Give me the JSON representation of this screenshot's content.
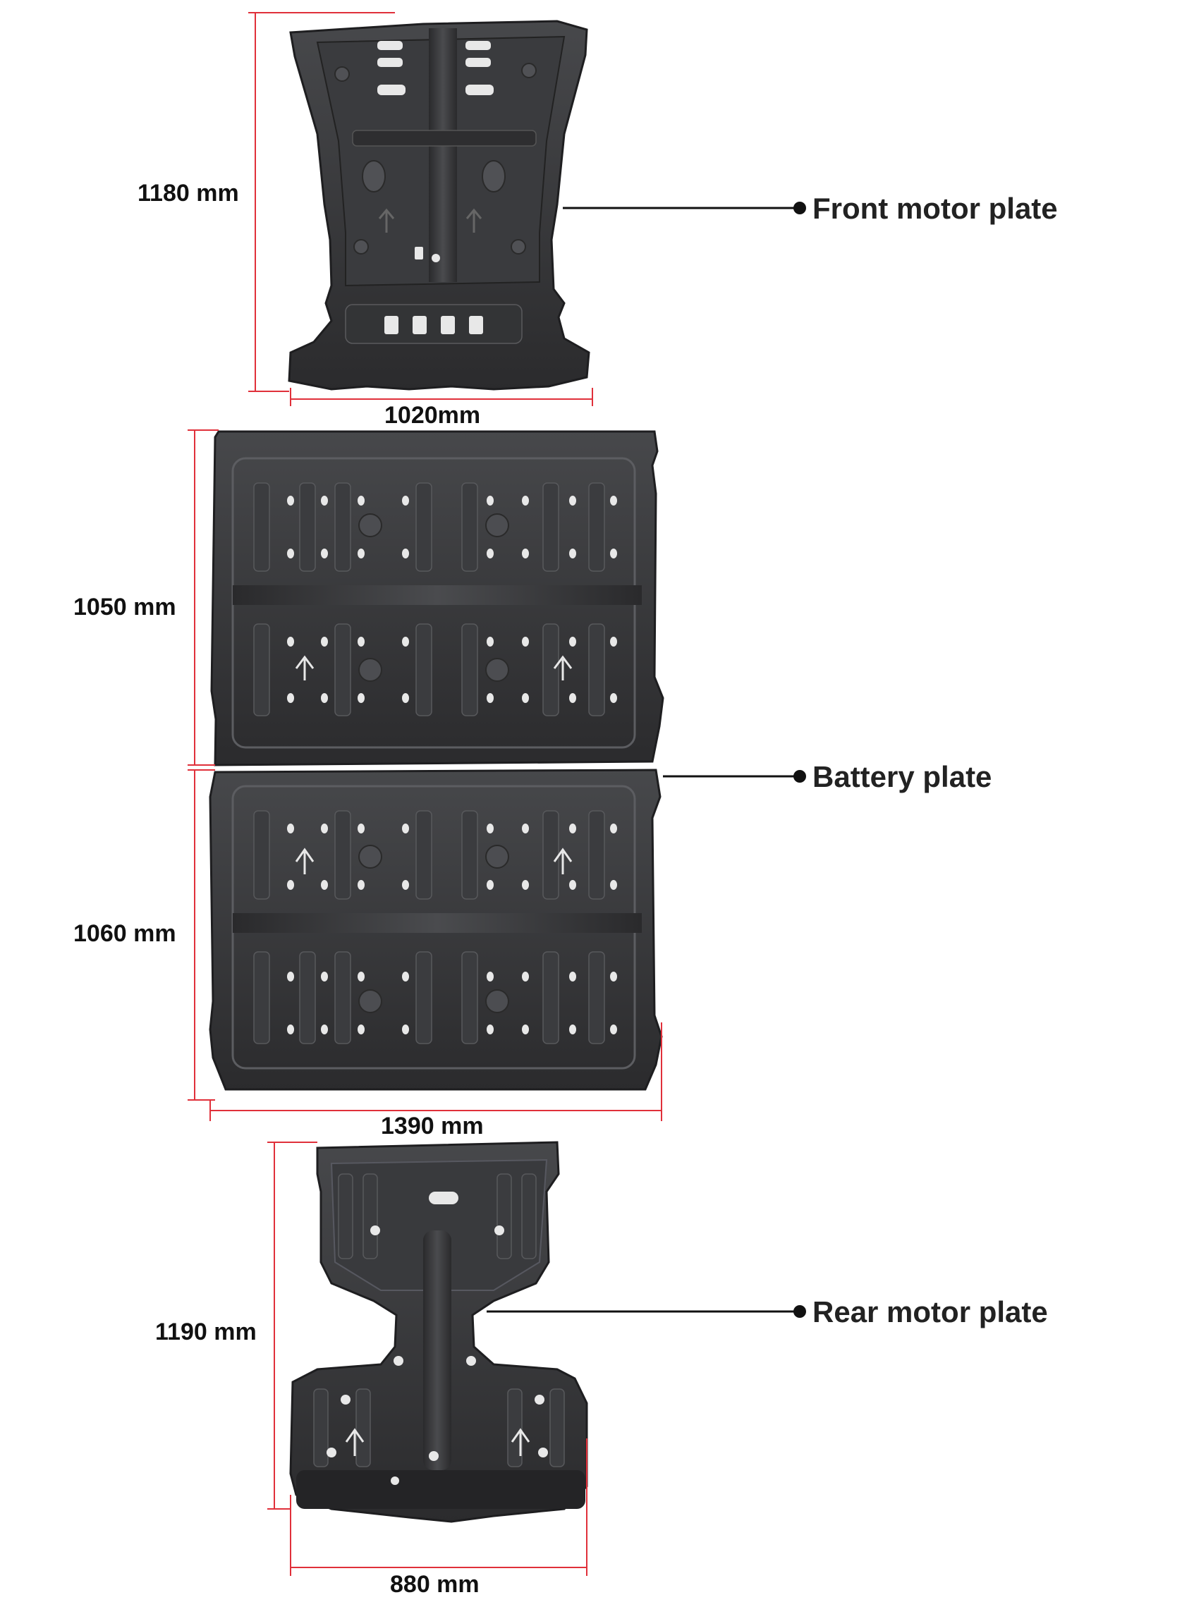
{
  "colors": {
    "dimension_line": "#e0303a",
    "plate_dark": "#2c2c2e",
    "plate_mid": "#3e3e41",
    "plate_light": "#55565a",
    "leader": "#111111"
  },
  "front_plate": {
    "label": "Front motor plate",
    "height_dim": "1180 mm",
    "width_dim": "1020mm"
  },
  "battery_plate": {
    "label": "Battery plate",
    "upper_height_dim": "1050 mm",
    "lower_height_dim": "1060 mm",
    "width_dim": "1390 mm"
  },
  "rear_plate": {
    "label": "Rear motor plate",
    "height_dim": "1190 mm",
    "width_dim": "880 mm"
  }
}
